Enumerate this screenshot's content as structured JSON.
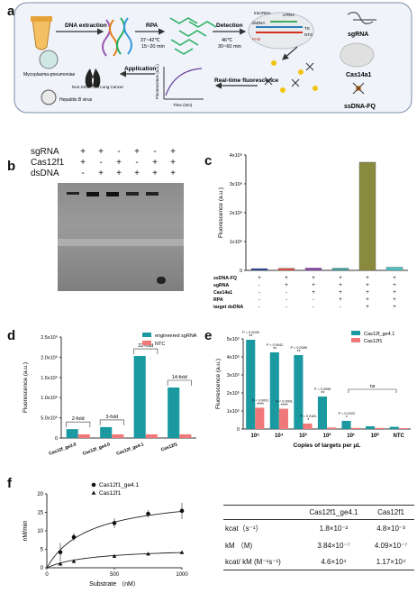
{
  "panels": {
    "a": "a",
    "b": "b",
    "c": "c",
    "d": "d",
    "e": "e",
    "f": "f"
  },
  "panel_a": {
    "steps": {
      "dna_extraction": "DNA extraction",
      "rpa": "RPA",
      "rpa_temp": "37~42℃",
      "rpa_time": "15~20 min",
      "detection": "Detection",
      "det_temp": "46℃",
      "det_time": "30~60 min",
      "application": "Application",
      "realtime": "Real-time fluorescence"
    },
    "complex_labels": {
      "tracr": "tracrRNA",
      "crrna": "crRNA",
      "dsdna": "dsDNA",
      "pam": "PAM",
      "ts": "TS",
      "nts": "NTS"
    },
    "pathogens": [
      "Mycoplasma-pneumoniae",
      "Non-Small Cell Lung Cancer",
      "Hepatitis B virus"
    ],
    "legend": [
      "sgRNA",
      "Cas14a1",
      "ssDNA-FQ"
    ],
    "inset_ylabel": "Fluorescence (a.u.)",
    "inset_xlabel": "Time (min)"
  },
  "panel_b": {
    "rows": [
      {
        "label": "sgRNA",
        "marks": [
          "+",
          "+",
          "-",
          "+",
          "-",
          "+"
        ]
      },
      {
        "label": "Cas12f1",
        "marks": [
          "+",
          "-",
          "+",
          "-",
          "+",
          "+"
        ]
      },
      {
        "label": "dsDNA",
        "marks": [
          "-",
          "+",
          "+",
          "+",
          "+",
          "+"
        ]
      }
    ]
  },
  "chart_c": {
    "type": "bar",
    "ylabel": "Fluorescence (a.u.)",
    "yticks": [
      "0",
      "1x10⁶",
      "2x10⁶",
      "3x10⁶",
      "4x10⁶"
    ],
    "ylim": [
      0,
      4000000
    ],
    "values": [
      60000,
      70000,
      80000,
      75000,
      3750000,
      110000
    ],
    "row_labels": [
      "ssDNA-FQ",
      "sgRNA",
      "Cas14a1",
      "RPA",
      "target dsDNA"
    ],
    "rows": [
      [
        "+",
        "+",
        "+",
        "+",
        "+",
        "+"
      ],
      [
        "-",
        "+",
        "+",
        "+",
        "+",
        "+"
      ],
      [
        "-",
        "-",
        "+",
        "+",
        "+",
        "+"
      ],
      [
        "-",
        "-",
        "-",
        "+",
        "+",
        "+"
      ],
      [
        "-",
        "-",
        "-",
        "-",
        "+",
        "+"
      ]
    ],
    "colors": [
      "#1f3d99",
      "#e74c3c",
      "#8e44ad",
      "#3aa6a6",
      "#8a8a3e",
      "#4fc3c3"
    ]
  },
  "chart_d": {
    "type": "bar",
    "ylabel": "Fluorescence (a.u.)",
    "yticks": [
      "0",
      "5.0x10⁶",
      "1.0x10⁶",
      "1.5x10⁶",
      "2.0x10⁶",
      "2.5x10⁶"
    ],
    "ylim": [
      0,
      2500000
    ],
    "categories": [
      "Cas12f_ge3.0",
      "Cas12f_ge4.0",
      "Cas12f_ge4.1",
      "Cas12f1"
    ],
    "series": [
      {
        "name": "engineered sgRNA",
        "color": "#1a9aa0",
        "values": [
          220000,
          270000,
          2030000,
          1250000
        ]
      },
      {
        "name": "NTC",
        "color": "#f07878",
        "values": [
          90000,
          90000,
          90000,
          90000
        ]
      }
    ],
    "annotations": [
      "2-fold",
      "3-fold",
      "22-fold",
      "14-fold"
    ]
  },
  "chart_e": {
    "type": "bar",
    "ylabel": "Fluorescence (a.u.)",
    "xlabel": "Copies of targets per μL",
    "yticks": [
      "0",
      "1x10⁵",
      "2x10⁵",
      "3x10⁵",
      "4x10⁵",
      "5x10⁵"
    ],
    "ylim": [
      0,
      500000
    ],
    "categories": [
      "10⁵",
      "10⁴",
      "10³",
      "10²",
      "10¹",
      "10⁰",
      "NTC"
    ],
    "series": [
      {
        "name": "Cas12f_ge4.1",
        "color": "#1a9aa0",
        "values": [
          495000,
          425000,
          410000,
          180000,
          45000,
          15000,
          12000
        ]
      },
      {
        "name": "Cas12f1",
        "color": "#f07878",
        "values": [
          118000,
          112000,
          30000,
          8000,
          6000,
          6000,
          5000
        ]
      }
    ],
    "pvalues_top": [
      "P = 0.0026",
      "P = 0.0042",
      "P = 0.0089",
      "P = 0.0095",
      "P = 0.0222"
    ],
    "stars_top": [
      "**",
      "**",
      "**",
      "**",
      "*"
    ],
    "pvalues_mid": [
      "P < 0.0001",
      "P < 0.0001",
      "P = 0.0181"
    ],
    "stars_mid": [
      "****",
      "****",
      "*"
    ],
    "ns": "ns"
  },
  "chart_f": {
    "type": "line",
    "ylabel": "nM/min",
    "xlabel": "Substrate （nM）",
    "yticks": [
      "0",
      "5",
      "10",
      "15",
      "20"
    ],
    "xticks": [
      "0",
      "500",
      "1000"
    ],
    "ylim": [
      0,
      20
    ],
    "xlim": [
      0,
      1000
    ],
    "series": [
      {
        "name": "Cas12f1_ge4.1",
        "x": [
          100,
          200,
          500,
          750,
          1000
        ],
        "y": [
          4.2,
          8.3,
          12.1,
          14.6,
          15.4
        ],
        "err": [
          2.5,
          1.0,
          1.3,
          1.0,
          2.2
        ]
      },
      {
        "name": "Cas12f1",
        "x": [
          100,
          200,
          500,
          750,
          1000
        ],
        "y": [
          1.0,
          1.7,
          3.1,
          3.7,
          4.1
        ]
      }
    ]
  },
  "table_f": {
    "header": [
      "",
      "Cas12f1_ge4.1",
      "Cas12f1"
    ],
    "rows": [
      [
        "kcat（s⁻¹）",
        "1.8×10⁻²",
        "4.8×10⁻³"
      ],
      [
        "kM （M)",
        "3.84×10⁻⁷",
        "4.09×10⁻⁷"
      ],
      [
        "kcat/ kM (M⁻¹s⁻¹)",
        "4.6×10⁴",
        "1.17×10⁴"
      ]
    ]
  }
}
